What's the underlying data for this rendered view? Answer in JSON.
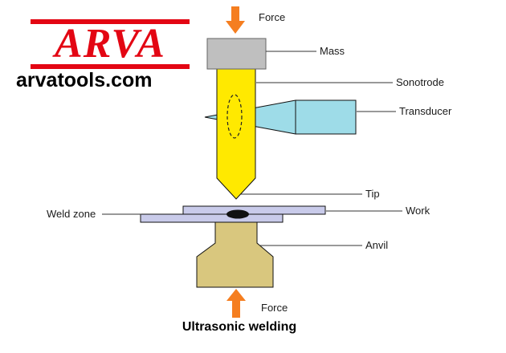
{
  "branding": {
    "logo_text": "ARVA",
    "website": "arvatools.com"
  },
  "caption": "Ultrasonic welding",
  "labels": {
    "force_top": "Force",
    "mass": "Mass",
    "sonotrode": "Sonotrode",
    "transducer": "Transducer",
    "tip": "Tip",
    "work": "Work",
    "weld_zone": "Weld zone",
    "anvil": "Anvil",
    "force_bottom": "Force"
  },
  "colors": {
    "brand_red": "#e30613",
    "arrow_orange": "#f57e20",
    "mass_gray": "#bfbfbf",
    "sonotrode_yellow": "#ffe900",
    "transducer_cyan": "#9edce8",
    "work_lavender": "#c9cbea",
    "anvil_tan": "#d9c77e",
    "weld_black": "#111111"
  }
}
